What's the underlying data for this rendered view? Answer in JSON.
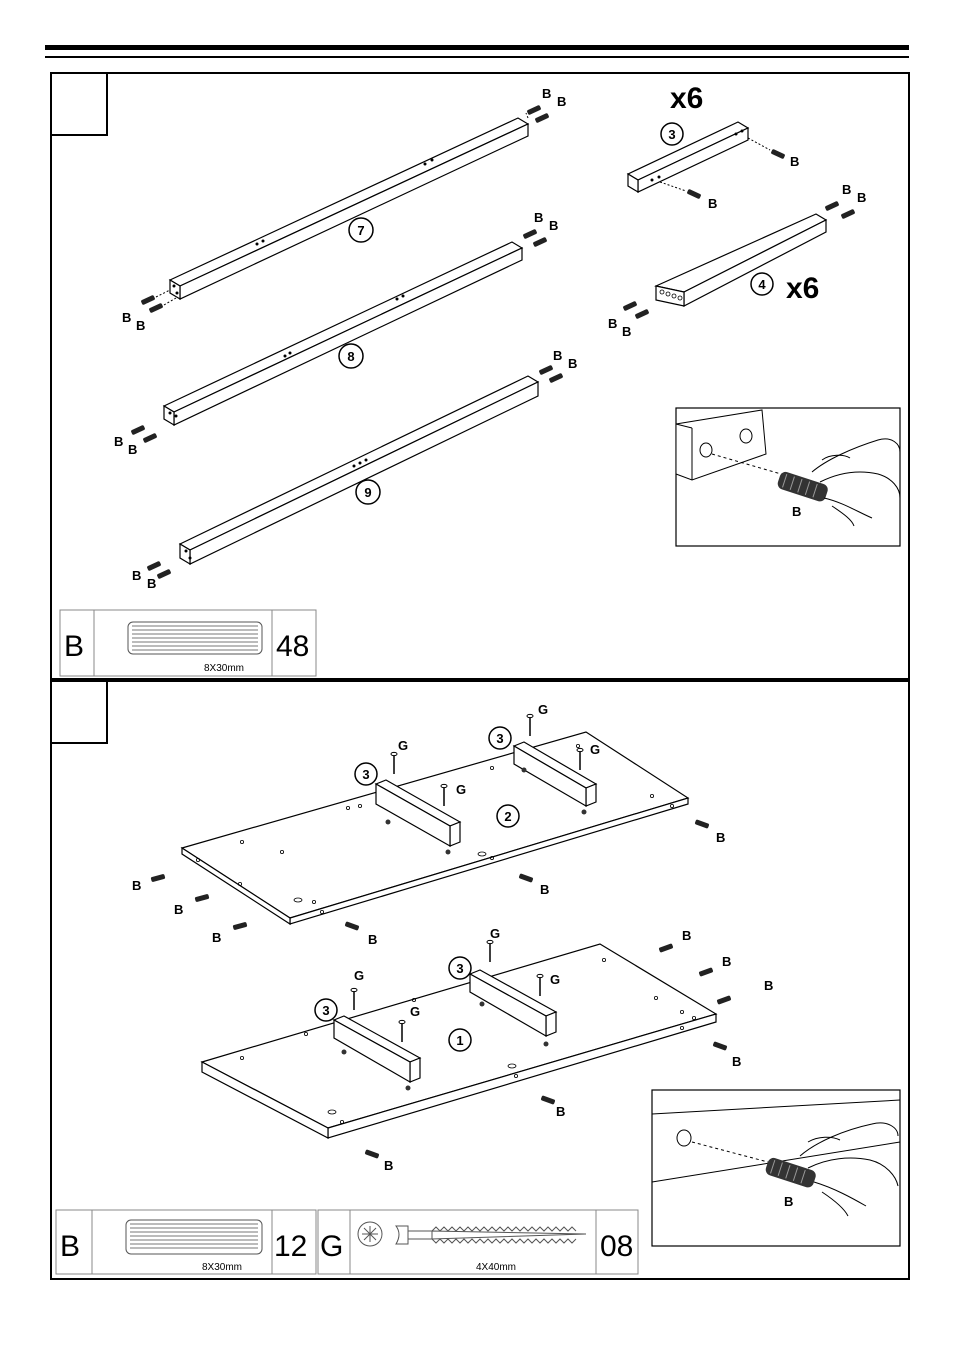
{
  "hardware_label": "B",
  "screw_label": "G",
  "step1": {
    "rail_top": "7",
    "rail_middle": "8",
    "rail_bottom": "9",
    "short_rail": "3",
    "short_rail_qty": "x6",
    "mid_rail": "4",
    "mid_rail_qty": "x6",
    "parts_table": {
      "code": "B",
      "size": "8X30mm",
      "qty": "48"
    }
  },
  "step2": {
    "panel_top": "2",
    "panel_bottom": "1",
    "cleat": "3",
    "parts_table_b": {
      "code": "B",
      "size": "8X30mm",
      "qty": "12"
    },
    "parts_table_g": {
      "code": "G",
      "size": "4X40mm",
      "qty": "08"
    }
  }
}
